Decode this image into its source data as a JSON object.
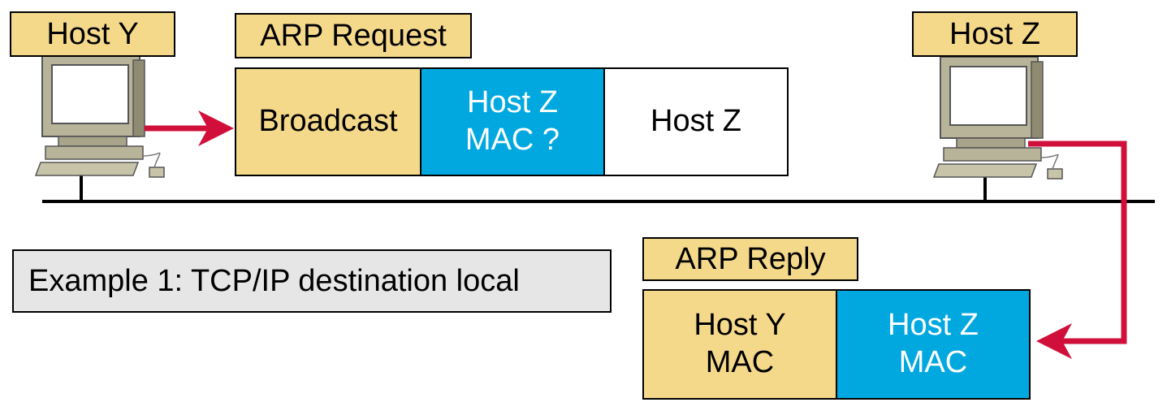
{
  "hosts": {
    "y_label": "Host Y",
    "z_label": "Host Z"
  },
  "request": {
    "title": "ARP Request",
    "dest": "Broadcast",
    "query_line1": "Host Z",
    "query_line2": "MAC ?",
    "target": "Host Z"
  },
  "reply": {
    "title": "ARP Reply",
    "dest_line1": "Host Y",
    "dest_line2": "MAC",
    "source_line1": "Host Z",
    "source_line2": "MAC"
  },
  "note": "Example 1: TCP/IP destination local",
  "colors": {
    "label_bg": "#f5d98b",
    "blue": "#00a8e0",
    "arrow": "#d0103a",
    "note_bg": "#e6e6e6"
  }
}
